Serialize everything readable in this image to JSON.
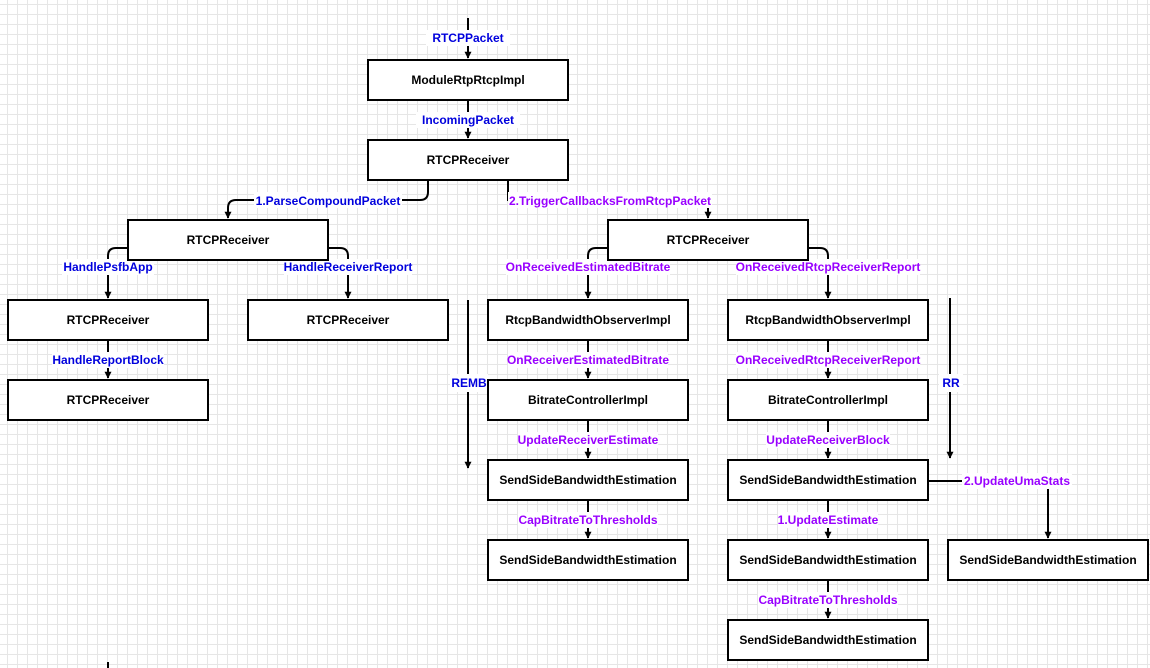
{
  "colors": {
    "blue_label": "#0000dd",
    "purple_label": "#9900ff",
    "box_border": "#000000"
  },
  "nodes": {
    "module_rtp_rtcp_impl": "ModuleRtpRtcpImpl",
    "rtcp_receiver_top": "RTCPReceiver",
    "rtcp_receiver_parse": "RTCPReceiver",
    "rtcp_receiver_trigger": "RTCPReceiver",
    "rtcp_receiver_psfb": "RTCPReceiver",
    "rtcp_receiver_rr": "RTCPReceiver",
    "rtcp_receiver_block": "RTCPReceiver",
    "bw_observer_remb": "RtcpBandwidthObserverImpl",
    "bw_observer_rr": "RtcpBandwidthObserverImpl",
    "bitrate_ctrl_remb": "BitrateControllerImpl",
    "bitrate_ctrl_rr": "BitrateControllerImpl",
    "ssbe_remb_1": "SendSideBandwidthEstimation",
    "ssbe_remb_2": "SendSideBandwidthEstimation",
    "ssbe_rr_1": "SendSideBandwidthEstimation",
    "ssbe_rr_2": "SendSideBandwidthEstimation",
    "ssbe_rr_3": "SendSideBandwidthEstimation",
    "ssbe_uma": "SendSideBandwidthEstimation"
  },
  "labels": {
    "rtcp_packet": "RTCPPacket",
    "incoming_packet": "IncomingPacket",
    "parse_compound_packet": "1.ParseCompoundPacket",
    "trigger_callbacks": "2.TriggerCallbacksFromRtcpPacket",
    "handle_psfb_app": "HandlePsfbApp",
    "handle_receiver_report": "HandleReceiverReport",
    "handle_report_block": "HandleReportBlock",
    "on_received_estimated_bitrate": "OnReceivedEstimatedBitrate",
    "on_received_rtcp_receiver_report": "OnReceivedRtcpReceiverReport",
    "on_receiver_estimated_bitrate": "OnReceiverEstimatedBitrate",
    "on_received_rtcp_receiver_report_2": "OnReceivedRtcpReceiverReport",
    "update_receiver_estimate": "UpdateReceiverEstimate",
    "update_receiver_block": "UpdateReceiverBlock",
    "cap_bitrate_remb": "CapBitrateToThresholds",
    "update_estimate": "1.UpdateEstimate",
    "update_uma_stats": "2.UpdateUmaStats",
    "cap_bitrate_rr": "CapBitrateToThresholds",
    "remb": "REMB",
    "rr": "RR"
  }
}
